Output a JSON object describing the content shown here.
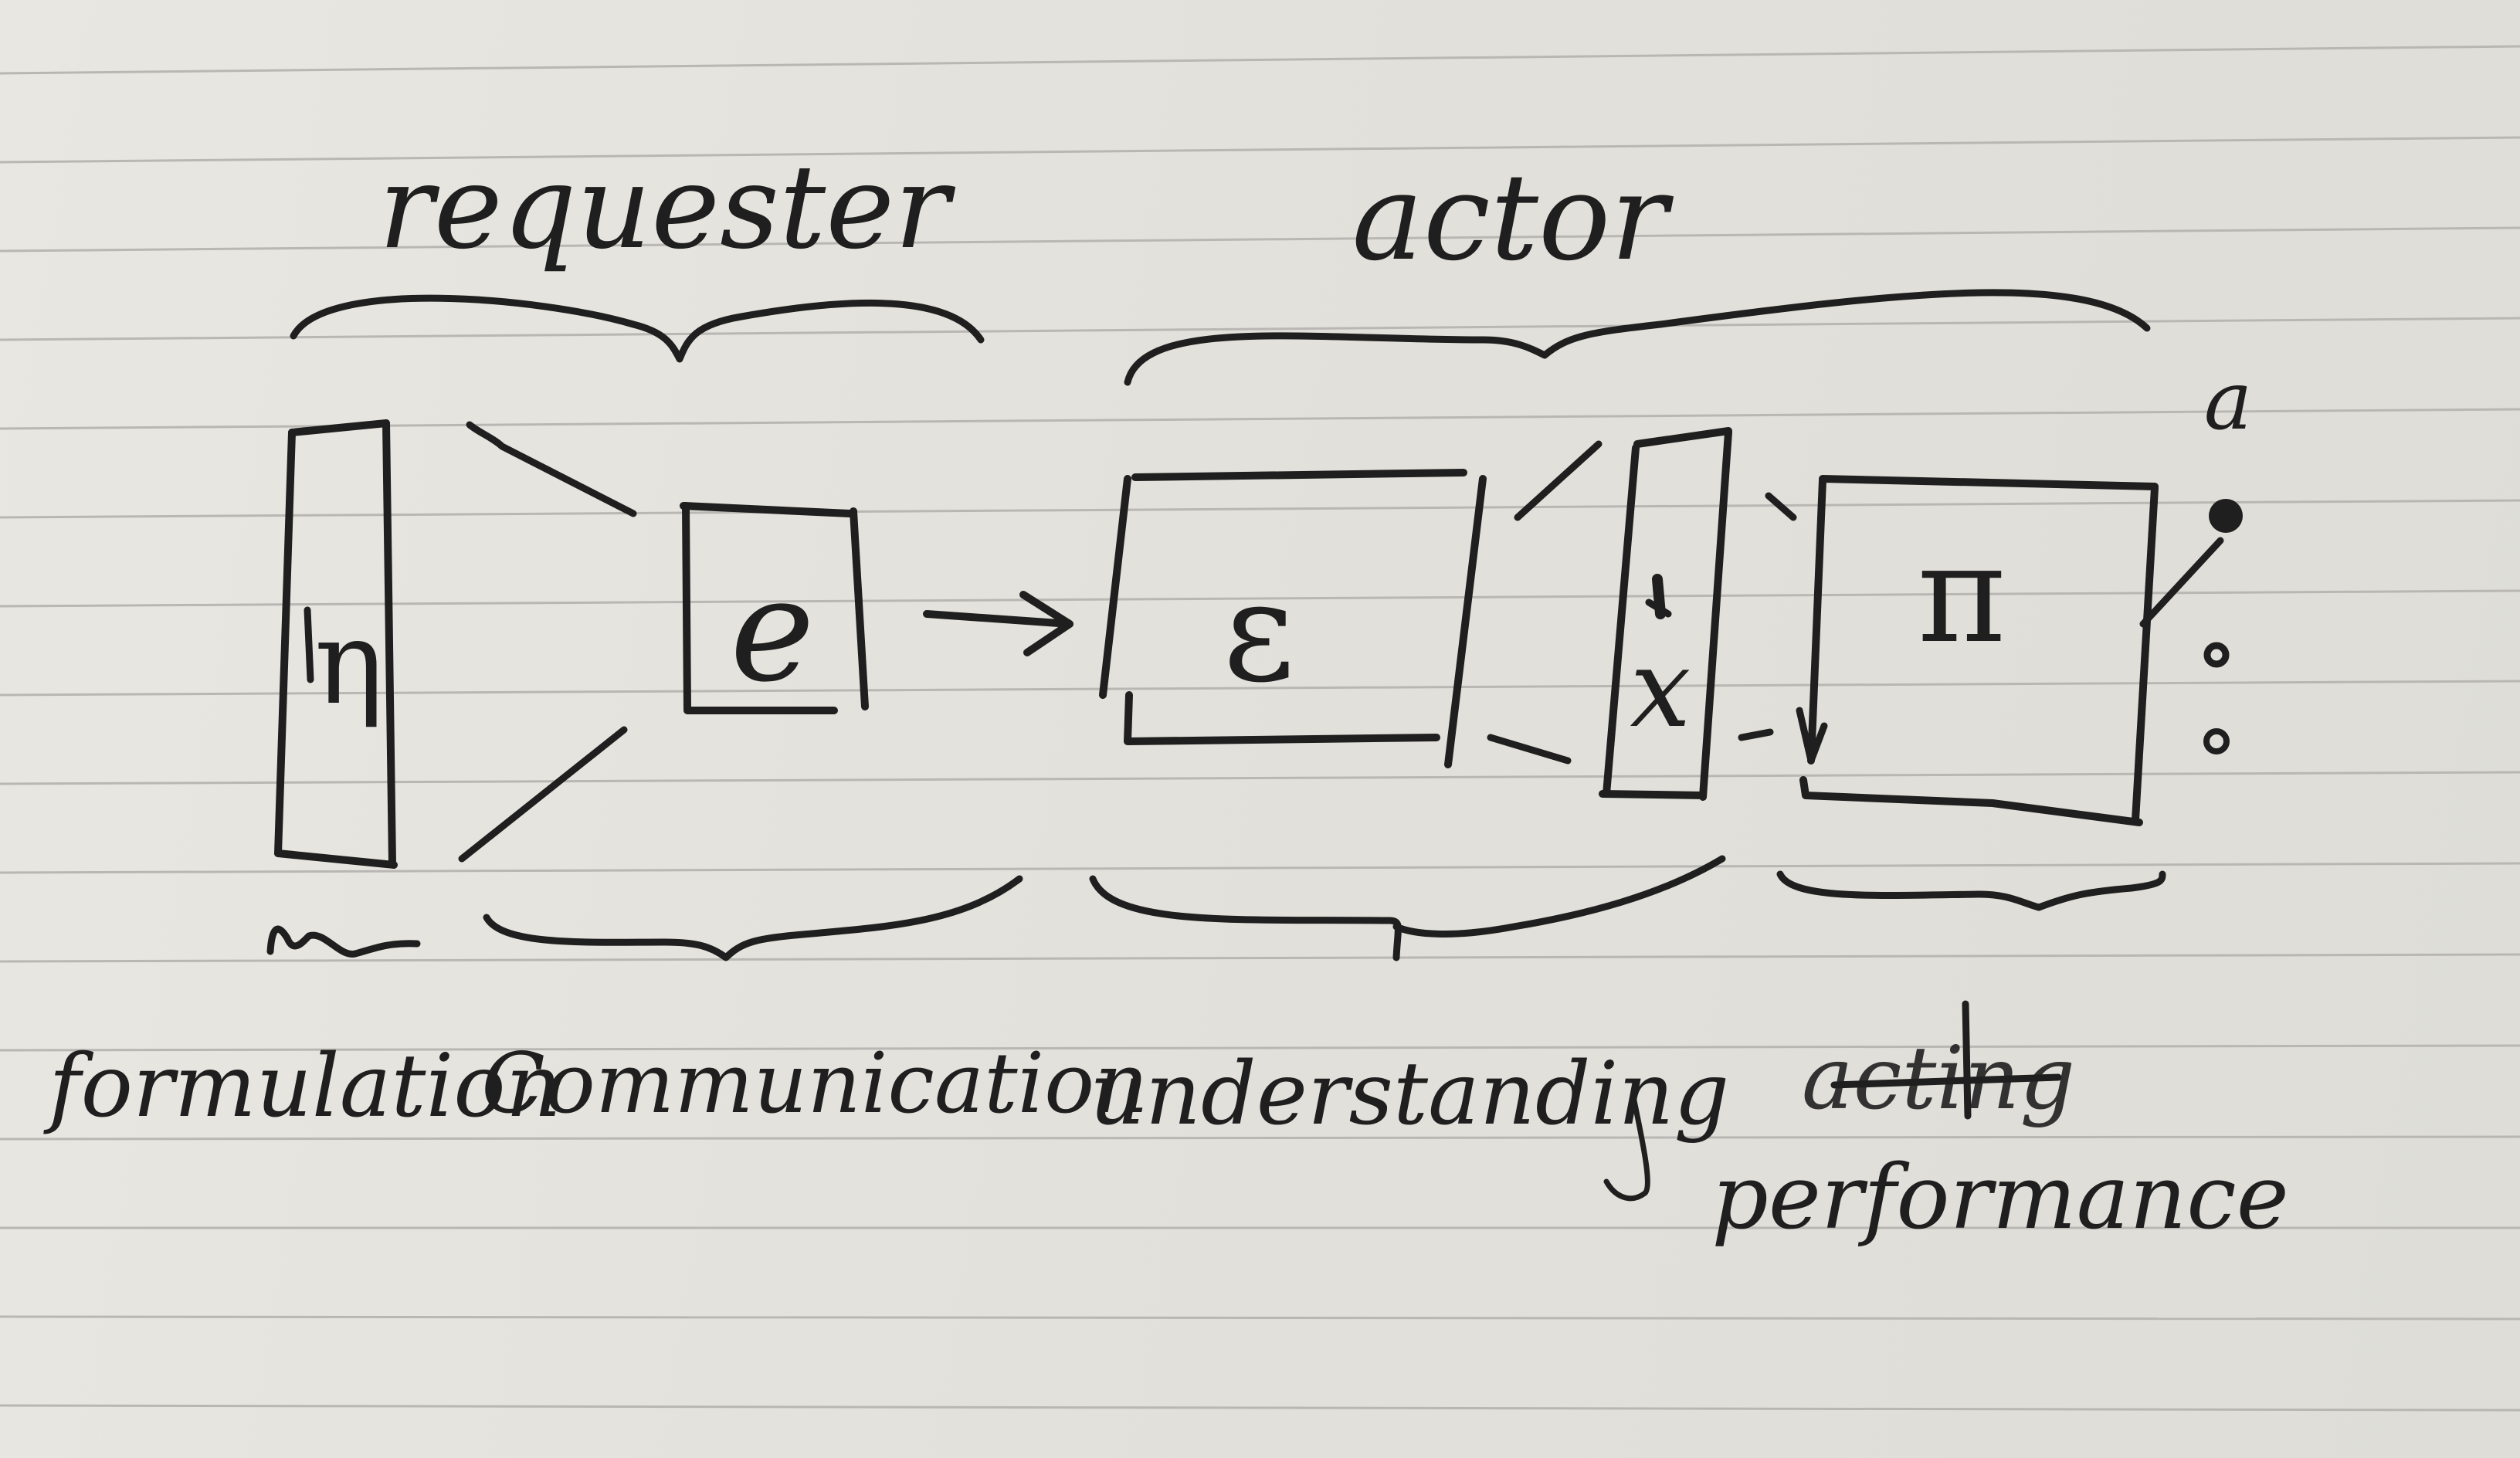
{
  "diagram": {
    "roles": {
      "requester": "requester",
      "actor": "actor"
    },
    "stages": {
      "formulation": "formulation",
      "communication": "Communication",
      "understanding": "understanding",
      "performance_struck": "acting",
      "performance": "performance"
    },
    "symbols": {
      "eta": "η",
      "script_e": "ℯ",
      "epsilon": "ε",
      "x": "x",
      "pi": "π"
    },
    "outputs": {
      "a": "a"
    }
  }
}
